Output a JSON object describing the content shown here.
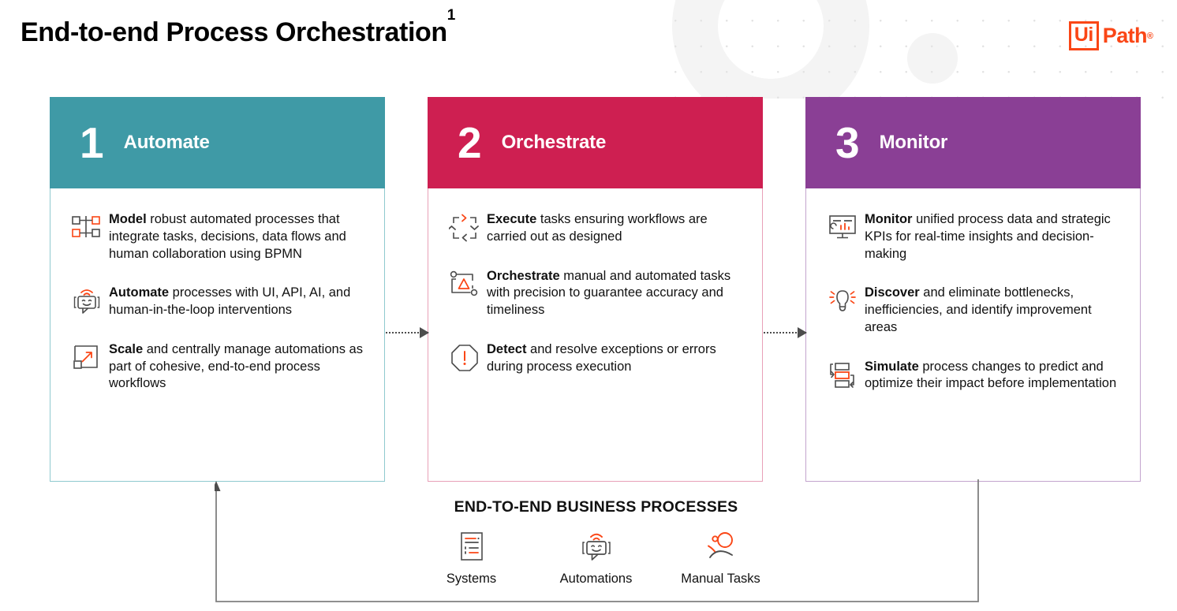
{
  "header": {
    "title": "End-to-end Process Orchestration",
    "title_superscript": "1",
    "logo": {
      "mark": "Ui",
      "word": "Path",
      "registered": "®",
      "color": "#fa4616"
    }
  },
  "columns": [
    {
      "number": "1",
      "name": "Automate",
      "color": "#3f9aa6",
      "border": "#8fc9cf",
      "features": [
        {
          "icon": "bpmn-diagram-icon",
          "lead": "Model",
          "text": " robust automated processes that integrate tasks, decisions, data flows and human collaboration using BPMN"
        },
        {
          "icon": "robot-icon",
          "lead": "Automate",
          "text": " processes with UI, API, AI, and human-in-the-loop interventions"
        },
        {
          "icon": "scale-arrow-icon",
          "lead": "Scale",
          "text": " and centrally manage automations as part of cohesive, end-to-end process workflows"
        }
      ]
    },
    {
      "number": "2",
      "name": "Orchestrate",
      "color": "#ce1f51",
      "border": "#e8a0b8",
      "features": [
        {
          "icon": "execute-cycle-icon",
          "lead": "Execute",
          "text": " tasks ensuring workflows are carried out as designed"
        },
        {
          "icon": "orchestrate-nodes-icon",
          "lead": "Orchestrate",
          "text": " manual and automated tasks with precision to guarantee accuracy and timeliness"
        },
        {
          "icon": "alert-octagon-icon",
          "lead": "Detect",
          "text": " and resolve exceptions or errors during process execution"
        }
      ]
    },
    {
      "number": "3",
      "name": "Monitor",
      "color": "#8a3f95",
      "border": "#c3a4ce",
      "features": [
        {
          "icon": "monitor-dashboard-icon",
          "lead": "Monitor",
          "text": " unified process data and strategic KPIs for real-time insights and decision-making"
        },
        {
          "icon": "lightbulb-icon",
          "lead": "Discover",
          "text": " and eliminate bottlenecks, inefficiencies, and identify improvement areas"
        },
        {
          "icon": "simulate-stack-icon",
          "lead": "Simulate",
          "text": " process changes to predict and optimize their impact before implementation"
        }
      ]
    }
  ],
  "bottom": {
    "title": "END-TO-END BUSINESS PROCESSES",
    "items": [
      {
        "icon": "document-list-icon",
        "label": "Systems"
      },
      {
        "icon": "robot-icon",
        "label": "Automations"
      },
      {
        "icon": "person-icon",
        "label": "Manual Tasks"
      }
    ]
  },
  "connectors": {
    "arrow_1_to_2": "dotted-arrow-right",
    "arrow_2_to_3": "dotted-arrow-right",
    "feedback_loop": "loop-arrow-to-column-1"
  }
}
